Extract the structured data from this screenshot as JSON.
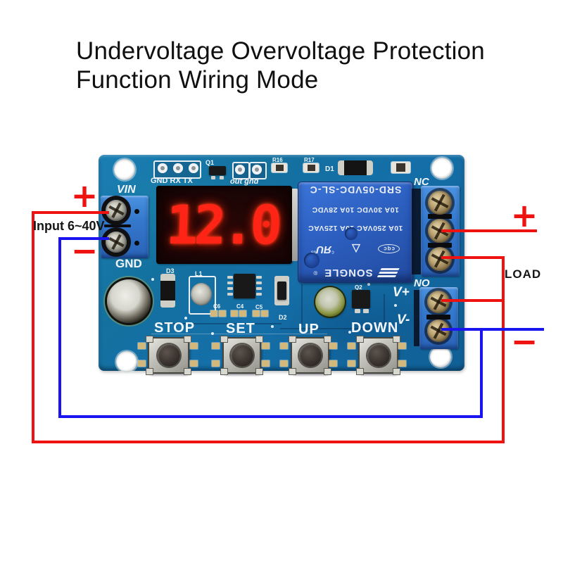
{
  "title": {
    "line1": "Undervoltage Overvoltage Protection",
    "line2": "Function Wiring Mode"
  },
  "wiring": {
    "plus": "+",
    "minus": "−",
    "input_label": "Input 6~40V",
    "load_label": "LOAD",
    "wire_red": "#ee1310",
    "wire_blue": "#1a15f0"
  },
  "board": {
    "labels": {
      "vin": "VIN",
      "gnd": "GND",
      "nc": "NC",
      "no": "NO",
      "v_plus": "V+",
      "v_minus": "V-"
    },
    "silkscreen": {
      "header": "GND RX TX",
      "q1": "Q1",
      "out_gnd": "out gnd",
      "r16": "R16",
      "r17": "R17",
      "d1": "D1",
      "d3": "D3",
      "l1": "L1",
      "c6": "C6",
      "c4": "C4",
      "c5": "C5",
      "d2": "D2",
      "q2": "Q2"
    },
    "display": {
      "value": "12.0"
    },
    "relay": {
      "model": "SRD-05VDC-SL-C",
      "rating_ac": "10A 250VAC  10A 125VAC",
      "rating_dc": "10A 30VDC  10A 28VDC",
      "brand": "SONGLE",
      "reg_mark": "®",
      "cert_ul": "ЯU",
      "cert_ul_c": "c",
      "cert_ul_us": "us",
      "cert_tri": "△",
      "cert_cqc": "cqc"
    },
    "buttons": [
      {
        "label": "STOP"
      },
      {
        "label": "SET"
      },
      {
        "label": "UP"
      },
      {
        "label": "DOWN"
      }
    ]
  }
}
